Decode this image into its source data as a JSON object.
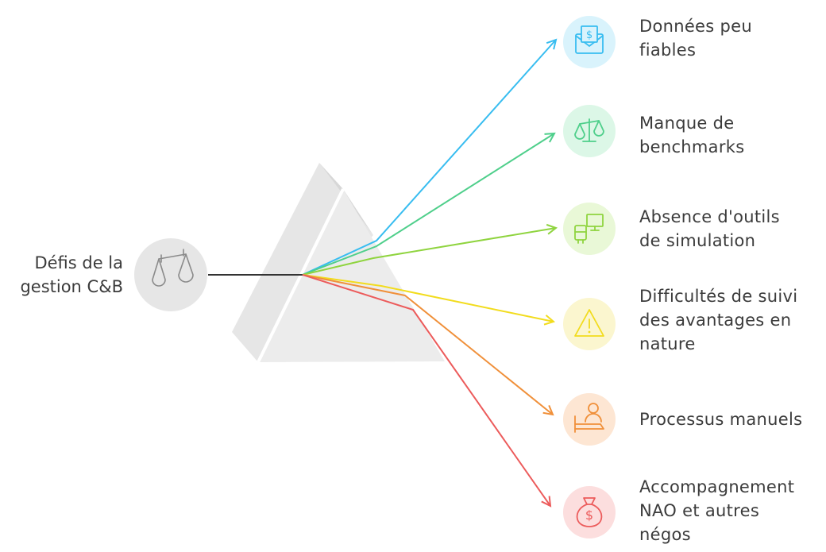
{
  "source": {
    "label": "Défis de la\ngestion C&B",
    "icon": "balance-scale-icon"
  },
  "outcomes": [
    {
      "label": "Données peu\nfiables",
      "icon": "envelope-dollar-icon",
      "color": "#38bdf0",
      "bg": "#d9f3fc"
    },
    {
      "label": "Manque de\nbenchmarks",
      "icon": "balance-scale-icon",
      "color": "#4fcf8b",
      "bg": "#dcf7e7"
    },
    {
      "label": "Absence d'outils\nde simulation",
      "icon": "computer-device-icon",
      "color": "#8fd43f",
      "bg": "#e9f8d7"
    },
    {
      "label": "Difficultés de suivi\ndes avantages en\nnature",
      "icon": "warning-triangle-icon",
      "color": "#f2dc1d",
      "bg": "#fbf6cf"
    },
    {
      "label": "Processus manuels",
      "icon": "person-hand-icon",
      "color": "#f0903a",
      "bg": "#fde6d3"
    },
    {
      "label": "Accompagnement\nNAO et autres\nnégos",
      "icon": "money-bag-icon",
      "color": "#ec5b5b",
      "bg": "#fcdede"
    }
  ]
}
